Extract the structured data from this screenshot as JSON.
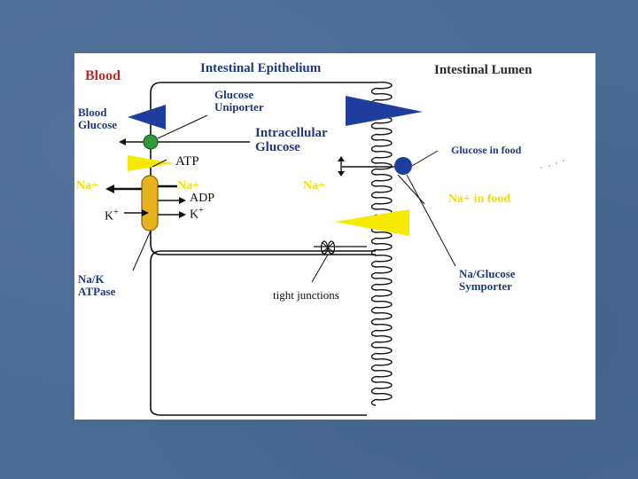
{
  "labels": {
    "blood": "Blood",
    "intestinal_epithelium": "Intestinal Epithelium",
    "intestinal_lumen": "Intestinal Lumen",
    "glucose_uniporter_line1": "Glucose",
    "glucose_uniporter_line2": "Uniporter",
    "blood_glucose_line1": "Blood",
    "blood_glucose_line2": "Glucose",
    "intracellular_glucose_line1": "Intracellular",
    "intracellular_glucose_line2": "Glucose",
    "glucose_in_food": "Glucose in food",
    "atp": "ATP",
    "adp": "ADP",
    "na_blood": "Na+",
    "na_cell_left": "Na+",
    "na_cell_right": "Na+",
    "na_in_food": "Na+ in food",
    "k_left": "K",
    "k_right": "K",
    "k_superscript": "+",
    "na_k_atpase_line1": "Na/K",
    "na_k_atpase_line2": "ATPase",
    "tight_junctions": "tight junctions",
    "na_glucose_symporter_line1": "Na/Glucose",
    "na_glucose_symporter_line2": "Symporter"
  },
  "colors": {
    "slide_background": "#4a6a94",
    "panel": "#ffffff",
    "label_red": "#c0282a",
    "label_navy": "#1f3a7a",
    "glucose_gradient": "#1f3d9e",
    "sodium_gradient": "#f5ea00",
    "uniporter": "#2f9a3a",
    "symporter": "#1f3d9e",
    "atpase_pump": "#e8b21f"
  }
}
